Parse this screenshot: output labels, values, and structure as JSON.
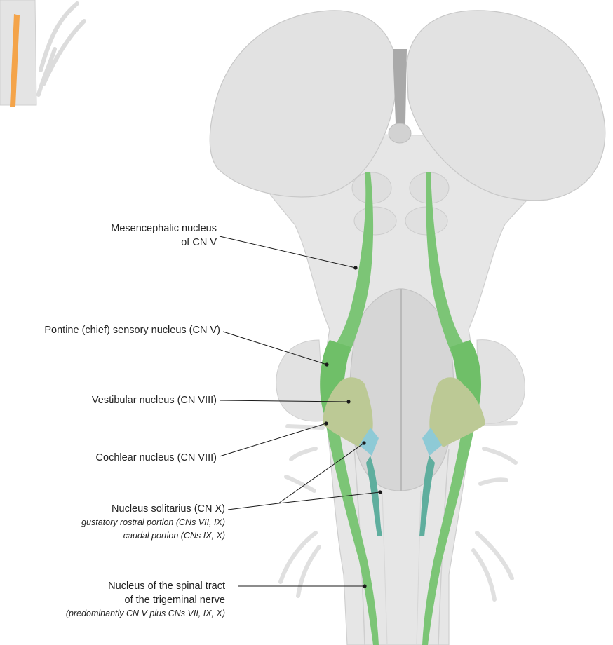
{
  "colors": {
    "background": "#ffffff",
    "brainstem_light": "#e6e6e6",
    "brainstem_mid": "#d6d6d6",
    "brainstem_dark": "#c4c4c4",
    "trigeminal_nuclei": "#7cc576",
    "trigeminal_pontine": "#6fbf68",
    "vestibular_cochlear": "#bcc995",
    "solitarius_rostral": "#8ecad6",
    "solitarius_caudal": "#5fae9e",
    "inset_marker": "#f4a44a",
    "leader_line": "#1a1a1a"
  },
  "labels": {
    "mesencephalic": {
      "line1": "Mesencephalic nucleus",
      "line2": "of CN V"
    },
    "pontine": {
      "line1": "Pontine (chief) sensory nucleus (CN V)"
    },
    "vestibular": {
      "line1": "Vestibular nucleus (CN VIII)"
    },
    "cochlear": {
      "line1": "Cochlear nucleus (CN VIII)"
    },
    "solitarius": {
      "line1": "Nucleus solitarius (CN X)",
      "line2": "gustatory rostral portion (CNs VII, IX)",
      "line3": "caudal portion (CNs IX, X)"
    },
    "spinal_tract": {
      "line1": "Nucleus of the spinal tract",
      "line2": "of the trigeminal nerve",
      "line3": "(predominantly CN V plus CNs VII, IX, X)"
    }
  }
}
